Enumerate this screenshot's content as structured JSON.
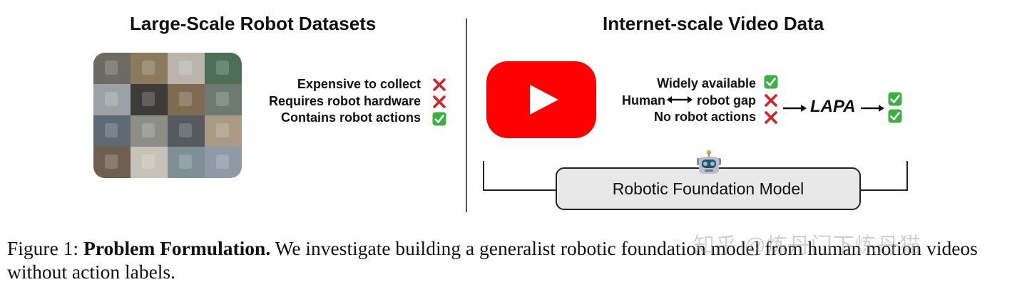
{
  "left_panel": {
    "title": "Large-Scale Robot Datasets",
    "items": [
      {
        "label": "Expensive to collect",
        "mark": "cross"
      },
      {
        "label": "Requires robot hardware",
        "mark": "cross"
      },
      {
        "label": "Contains robot actions",
        "mark": "check"
      }
    ],
    "montage_tile_colors": [
      "#6d6a63",
      "#8a7a5e",
      "#b9b4ac",
      "#4f6e58",
      "#9aa2a8",
      "#3e3c39",
      "#7f6b52",
      "#6c7a70",
      "#5d6a74",
      "#8d8f86",
      "#545a5e",
      "#a99a83",
      "#6e5f50",
      "#c7c2b8",
      "#7e8f96",
      "#8e9aa6"
    ]
  },
  "right_panel": {
    "title": "Internet-scale Video Data",
    "items": [
      {
        "label": "Widely available",
        "mark": "check"
      },
      {
        "label": "Human",
        "label_after_icon": "robot gap",
        "mark": "cross"
      },
      {
        "label": "No robot actions",
        "mark": "cross"
      }
    ],
    "lapa_label": "LAPA",
    "model_label": "Robotic Foundation Model",
    "icons": [
      "youtube-logo",
      "bidirectional-arrow-icon",
      "robot-icon"
    ]
  },
  "caption": {
    "lead": "Figure 1: ",
    "bold": "Problem Formulation.",
    "text": " We investigate building a generalist robotic foundation model from human motion videos without action labels."
  },
  "watermark": "知乎 @炼丹门下炼丹猫",
  "colors": {
    "cross": "#d6202a",
    "check": "#3cb043",
    "youtube_red": "#ff0000",
    "model_box_fill": "#e8e8e8"
  }
}
